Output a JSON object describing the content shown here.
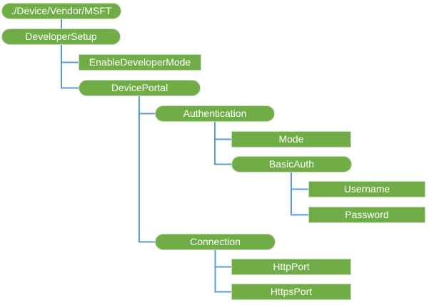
{
  "diagram": {
    "type": "tree",
    "description": "Configuration service provider node tree",
    "colors": {
      "node_fill": "#70ad47",
      "node_border": "#c9dcbb",
      "node_text": "#ffffff",
      "connector": "#5b9bd5",
      "background": "#ffffff"
    },
    "nodes": [
      {
        "label": "./Device/Vendor/MSFT",
        "shape": "rounded",
        "level": 0,
        "parent": null
      },
      {
        "label": "DeveloperSetup",
        "shape": "rounded",
        "level": 0,
        "parent": "./Device/Vendor/MSFT"
      },
      {
        "label": "EnableDeveloperMode",
        "shape": "rectangle",
        "level": 1,
        "parent": "DeveloperSetup"
      },
      {
        "label": "DevicePortal",
        "shape": "rounded",
        "level": 1,
        "parent": "DeveloperSetup"
      },
      {
        "label": "Authentication",
        "shape": "rounded",
        "level": 2,
        "parent": "DevicePortal"
      },
      {
        "label": "Mode",
        "shape": "rectangle",
        "level": 3,
        "parent": "Authentication"
      },
      {
        "label": "BasicAuth",
        "shape": "rounded",
        "level": 3,
        "parent": "Authentication"
      },
      {
        "label": "Username",
        "shape": "rectangle",
        "level": 4,
        "parent": "BasicAuth"
      },
      {
        "label": "Password",
        "shape": "rectangle",
        "level": 4,
        "parent": "BasicAuth"
      },
      {
        "label": "Connection",
        "shape": "rounded",
        "level": 2,
        "parent": "DevicePortal"
      },
      {
        "label": "HttpPort",
        "shape": "rectangle",
        "level": 3,
        "parent": "Connection"
      },
      {
        "label": "HttpsPort",
        "shape": "rectangle",
        "level": 3,
        "parent": "Connection"
      }
    ]
  }
}
